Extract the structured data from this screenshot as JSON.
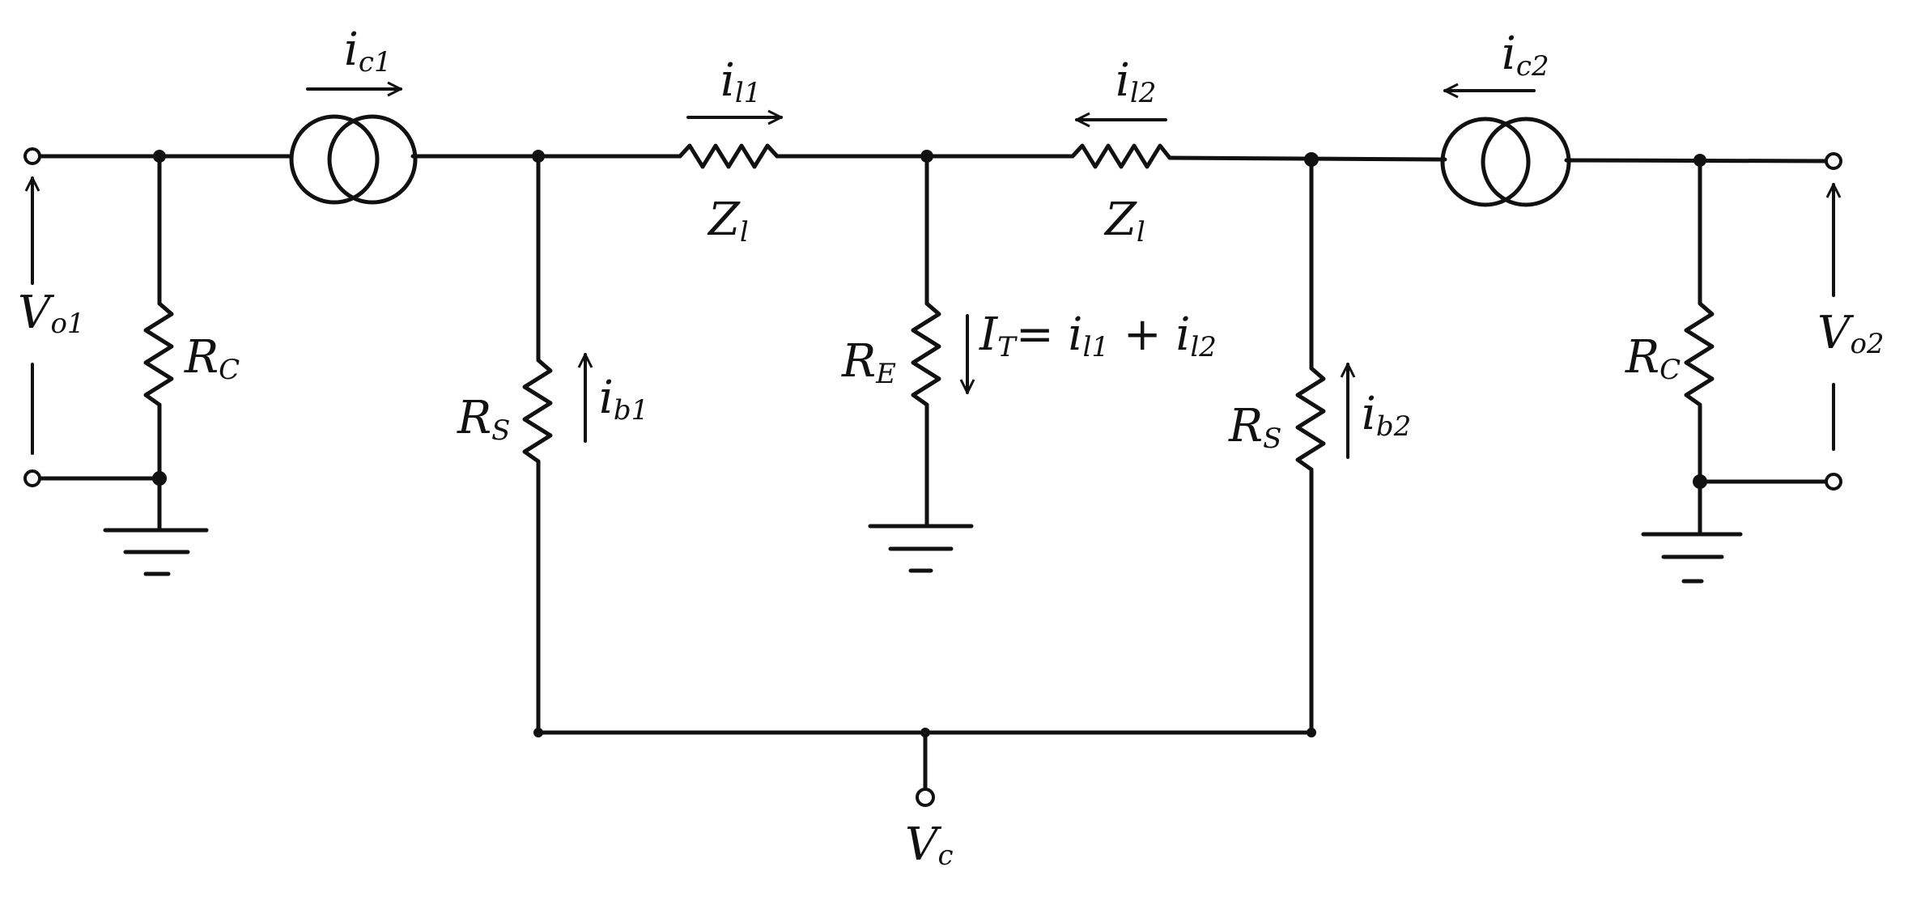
{
  "labels": {
    "ic1": {
      "main": "i",
      "sub": "c1"
    },
    "il1": {
      "main": "i",
      "sub": "l1"
    },
    "il2": {
      "main": "i",
      "sub": "l2"
    },
    "ic2": {
      "main": "i",
      "sub": "c2"
    },
    "zl_left": {
      "main": "Z",
      "sub": "l"
    },
    "zl_right": {
      "main": "Z",
      "sub": "l"
    },
    "vo1": {
      "main": "V",
      "sub": "o1"
    },
    "vo2": {
      "main": "V",
      "sub": "o2"
    },
    "rc_left": {
      "main": "R",
      "sub": "C"
    },
    "rc_right": {
      "main": "R",
      "sub": "C"
    },
    "rs_left": {
      "main": "R",
      "sub": "S"
    },
    "rs_right": {
      "main": "R",
      "sub": "S"
    },
    "ib1": {
      "main": "i",
      "sub": "b1"
    },
    "ib2": {
      "main": "i",
      "sub": "b2"
    },
    "re": {
      "main": "R",
      "sub": "E"
    },
    "it_eq": "I",
    "it_sub": "T",
    "it_rhs": "= i",
    "it_rhs_sub1": "l1",
    "it_plus": " + i",
    "it_rhs_sub2": "l2",
    "vc": {
      "main": "V",
      "sub": "c"
    }
  },
  "colors": {
    "ink": "#111111",
    "paper": "#ffffff"
  }
}
